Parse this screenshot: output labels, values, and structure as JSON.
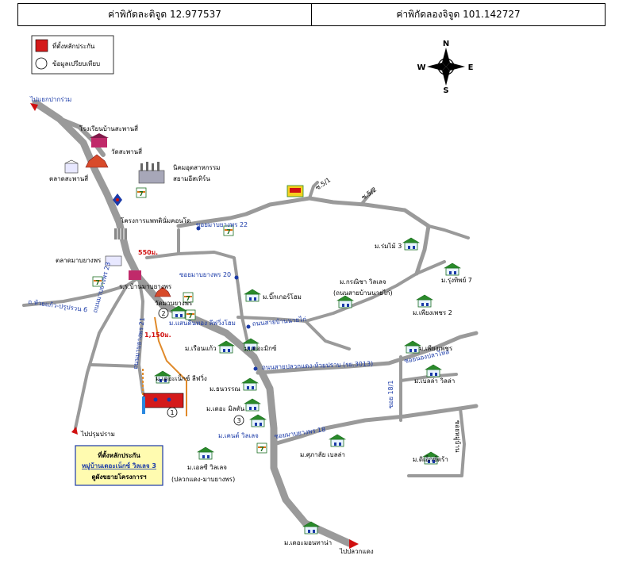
{
  "header": {
    "latitude_label": "ค่าพิกัดละติจูด 12.977537",
    "longitude_label": "ค่าพิกัดลองจิจูด 101.142727"
  },
  "legend": {
    "project_site": "ที่ตั้งหลักประกัน",
    "comparison_data": "ข้อมูลเปรียบเทียบ"
  },
  "compass": {
    "north": "N",
    "south": "S",
    "east": "E",
    "west": "W"
  },
  "callout": {
    "line1": "ที่ตั้งหลักประกัน",
    "line2": "หมู่บ้านเดอะเน็กซ์ วิลเลจ 3",
    "line3": "ดูผังขยายโครงการฯ"
  },
  "labels": {
    "to_pak_ruam": "ไปแยกปากร่วม",
    "school_sapanse": "โรงเรียนบ้านสะพานสี่",
    "wat_sapanse": "วัดสะพานสี่",
    "market_sapanse": "ตลาดสะพานสี่",
    "industrial_estate": "นิคมอุตสาหกรรม",
    "industrial_estate_2": "สยามอีสเทิร์น",
    "soi_5_1": "ซ.5/1",
    "soi_5_2": "ซ.5/2",
    "condo_project": "โครงการแพทตินั่มคอนโด",
    "soi_22": "ซอยมาบยางพร 22",
    "soi_20": "ซอยมาบยางพร 20",
    "market_mabyangporn": "ตลาดมาบยางพร",
    "dist_550": "550ม.",
    "school_ban": "ร.ร.บ้านมาบยางพร",
    "wat_mabyangporn": "วัดมาบยางพร",
    "dist_1150": "1,150ม.",
    "road_mabyangporn": "ถนนมาบยางพร 23",
    "road_mabyangporn_21": "ถนนมาบยางพร 21",
    "road_huayprab": "ถ.ห้วยแก้ว-ปรุปรวน 6",
    "rom_mai_3": "ม.ร่มไม้ 3",
    "rung_thip_7": "ม.รุ่งทิพย์ 7",
    "korani_village": "ม.กรณิชา วิลเลจ",
    "korani_road": "(ถนนสายบ้านนายไก่)",
    "big_home": "ม.บิ๊กเกอร์โฮม",
    "pheang_phet_2": "ม.เพียงเพชร 2",
    "road_ban_nai_kai": "ถนนสายบ้านนายไก่",
    "saen_din_thong": "ม.แสนดินทอง ลีฟวิ่งโฮม",
    "ruen_kaew": "ม.เรือนแก้ว",
    "the_mix": "ม.เดอะมิกซ์",
    "pheang_phet": "ม.เพียงเพชร",
    "soi_nong_pla_lai": "ซอยนองปลาไหล",
    "road_3013": "ถนนสายปลวกแดง-ห้วยปราบ (รย.3013)",
    "blanca_villa": "ม.เบลล่า วิลล่า",
    "the_next_living": "ม.เดอะเน็กซ์ ลีฟวิ่ง",
    "thanawan": "ม.ธนวรรณ",
    "the_milton": "ม.เดอะ มิลตัน",
    "kent_villa": "ม.เคนต์ วิลเลจ",
    "soi_18": "ซอยมาบยางพร 18",
    "soi_18_1": "ซอย 18/1",
    "soi_village": "ซอยหมู่บ้าน",
    "to_pluak_daeng_mabyang": "ไปปรุมปราม",
    "supalai_belle": "ม.ศุภาลัย เบลล่า",
    "the_ekra": "ม.ดิเอ็กซ์ตร้า",
    "el_villa": "ม.เอลซี วิลเลจ",
    "el_villa_sub": "(ปลวกแดง-มาบยางพร)",
    "the_mountain": "ม.เดอะมอนทาน่า",
    "to_pluak_daeng": "ไปปลวกแดง",
    "num_1": "1",
    "num_2": "2",
    "num_3": "3"
  },
  "colors": {
    "road": "#9a9a9a",
    "road_label": "#1a3aa8",
    "site_fill": "#d41a1a",
    "callout_fill": "#fffbb0",
    "distance_red": "#d01010"
  }
}
